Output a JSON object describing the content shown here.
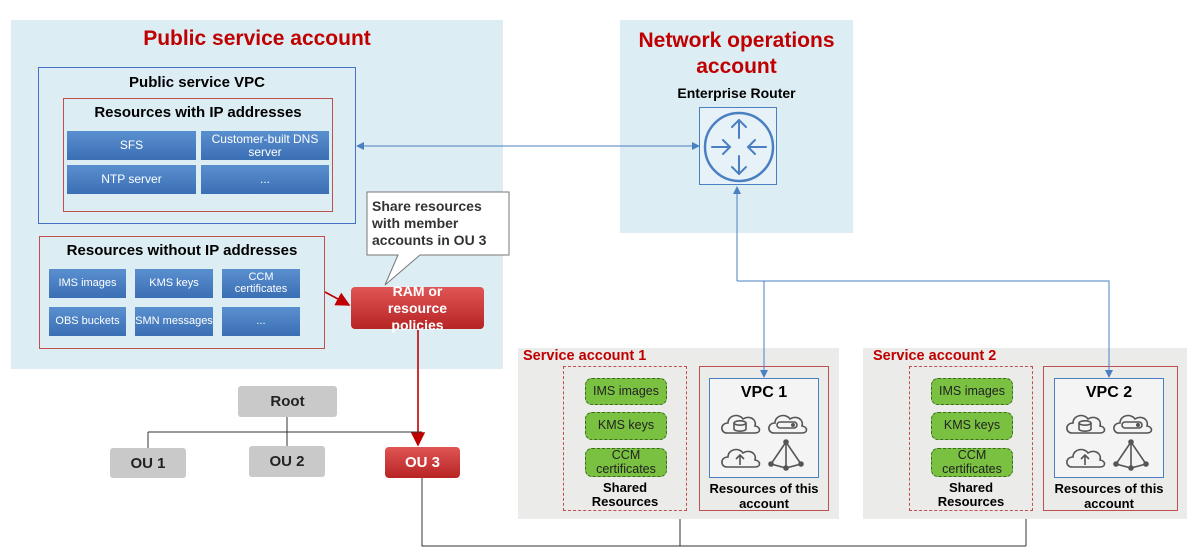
{
  "public_account": {
    "title": "Public service account",
    "vpc_title": "Public service VPC",
    "ip_resources_title": "Resources with IP addresses",
    "ip_resources": [
      "SFS",
      "Customer-built DNS server",
      "NTP server",
      "..."
    ],
    "no_ip_resources_title": "Resources without IP addresses",
    "no_ip_resources": [
      "IMS images",
      "KMS keys",
      "CCM certificates",
      "OBS buckets",
      "SMN messages",
      "..."
    ]
  },
  "callout": "Share resources with member accounts in OU 3",
  "policy_box": "RAM or resource policies",
  "network_account": {
    "title": "Network operations account",
    "router_label": "Enterprise Router",
    "router_icon": "router-icon"
  },
  "org": {
    "root": "Root",
    "ou1": "OU 1",
    "ou2": "OU 2",
    "ou3": "OU 3"
  },
  "service_accounts": [
    {
      "title": "Service account 1",
      "shared": [
        "IMS images",
        "KMS keys",
        "CCM certificates"
      ],
      "shared_caption": "Shared Resources",
      "vpc": "VPC 1",
      "own_caption": "Resources of this account"
    },
    {
      "title": "Service account 2",
      "shared": [
        "IMS images",
        "KMS keys",
        "CCM certificates"
      ],
      "shared_caption": "Shared Resources",
      "vpc": "VPC 2",
      "own_caption": "Resources of this account"
    }
  ],
  "colors": {
    "accent_red": "#c00000",
    "blue_line": "#4a7fc1",
    "green": "#7ac142"
  }
}
